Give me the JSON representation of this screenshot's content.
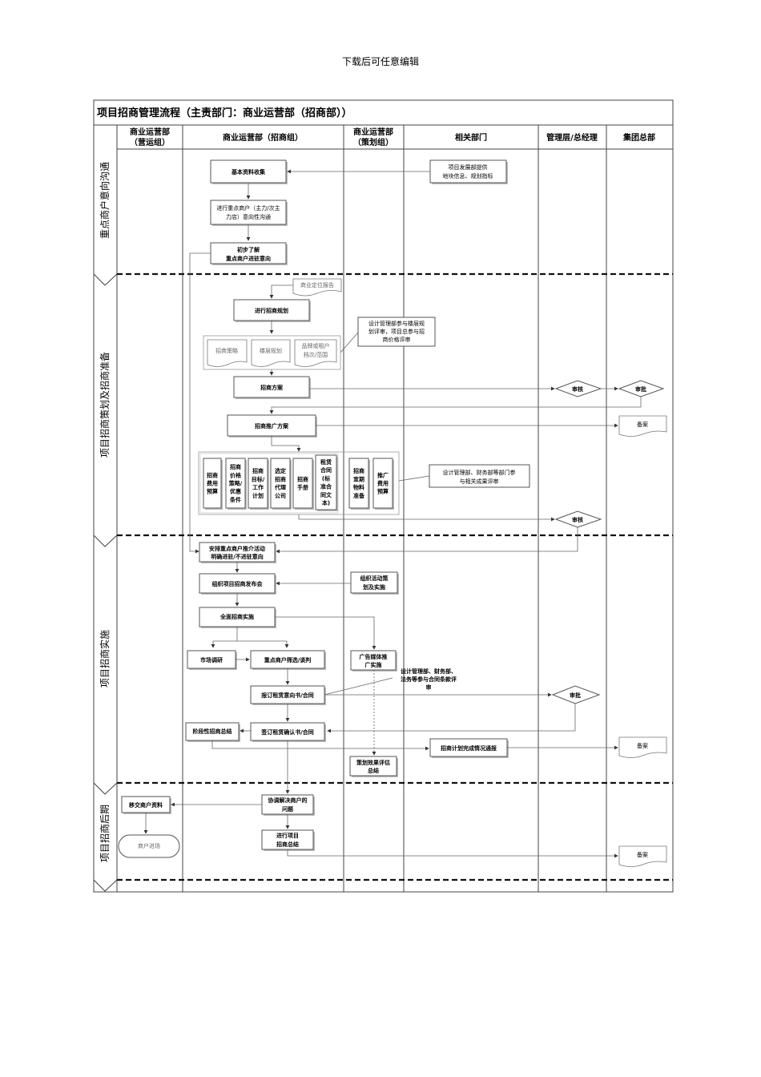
{
  "header_note": "下载后可任意编辑",
  "title": "项目招商管理流程（主责部门：商业运营部（招商部））",
  "columns": [
    {
      "l1": "商业运营部",
      "l2": "（营运组）"
    },
    {
      "l1": "商业运营部（招商组）",
      "l2": ""
    },
    {
      "l1": "商业运营部",
      "l2": "（策划组）"
    },
    {
      "l1": "相关部门",
      "l2": ""
    },
    {
      "l1": "管理层/总经理",
      "l2": ""
    },
    {
      "l1": "集团总部",
      "l2": ""
    }
  ],
  "phases": [
    "重点商户意向沟通",
    "项目招商策划及招商准备",
    "项目招商实施",
    "项目招商后期"
  ],
  "nodes": {
    "basic_info": "基本资料收集",
    "dev_dept_1": "项目发展部提供",
    "dev_dept_2": "地块信息、规划指标",
    "key_tenant_1": "进行重点商户（主力/次主",
    "key_tenant_2": "力店）意向性沟通",
    "prelim_1": "初步了解",
    "prelim_2": "重点商户进驻意向",
    "positioning_report": "商业定位报告",
    "planning": "进行招商规划",
    "design_review_1": "设计管理部参与楼层规",
    "design_review_2": "划评审，项目总参与招",
    "design_review_3": "商价格评审",
    "strategy": "招商策略",
    "floor_plan": "楼层规划",
    "brand_1": "品牌或租户",
    "brand_2": "档次/范围",
    "plan": "招商方案",
    "approve_1": "审核",
    "approve_2": "审批",
    "promo": "招商推广方案",
    "file_1": "备案",
    "d1": [
      "招商",
      "费用",
      "预算"
    ],
    "d2": [
      "招商",
      "价格",
      "策略/",
      "优惠",
      "条件"
    ],
    "d3": [
      "招商",
      "目标/",
      "工作",
      "计划"
    ],
    "d4": [
      "选定",
      "招商",
      "代理",
      "公司"
    ],
    "d5": [
      "招商",
      "手册"
    ],
    "d6": [
      "租赁",
      "合同",
      "(标",
      "准合",
      "同文",
      "本)"
    ],
    "d7": [
      "招商",
      "宣期",
      "物料",
      "准备"
    ],
    "d8": [
      "推广",
      "费用",
      "预算"
    ],
    "dept_review_1": "设计管理部、财务部等部门参",
    "dept_review_2": "与相关成果评审",
    "approve_3": "审核",
    "arrange_1": "安排重点商户推介活动",
    "arrange_2": "明确进驻/不进驻意向",
    "launch": "组织项目招商发布会",
    "event_1": "组织活动策",
    "event_2": "划及实施",
    "full": "全面招商实施",
    "market": "市场调研",
    "select": "重点商户筛选/谈判",
    "ad_1": "广告媒体推",
    "ad_2": "广实施",
    "contract_review_1": "设计管理部、财务部、",
    "contract_review_2": "法务等参与合同条款评",
    "contract_review_3": "审",
    "intent": "报订租赁意向书/合同",
    "approve_4": "审批",
    "stage_summary": "阶段性招商总结",
    "sign": "签订租赁确认书/合同",
    "report": "招商计划完成情况通报",
    "file_2": "备案",
    "eval_1": "策划效果评估",
    "eval_2": "总结",
    "transfer": "移交商户资料",
    "coord_1": "协调解决商户的",
    "coord_2": "问题",
    "entry": "商户进场",
    "summary_1": "进行项目",
    "summary_2": "招商总结",
    "file_3": "备案"
  }
}
